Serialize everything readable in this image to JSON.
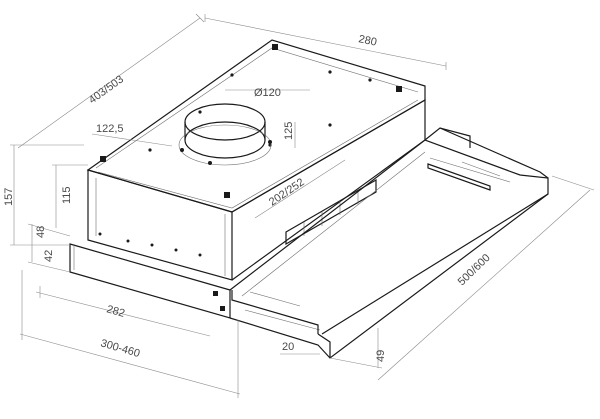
{
  "dimensions": {
    "top_width": "280",
    "depth": "403/503",
    "duct_diameter": "Ø120",
    "duct_offset_x": "122,5",
    "duct_offset_y": "125",
    "duct_spacing": "202/252",
    "total_height": "157",
    "body_height": "115",
    "front_height": "48",
    "front_inner": "42",
    "body_width": "282",
    "total_width": "300-460",
    "drawer_width": "500/600",
    "lip_depth": "20",
    "lip_height": "49"
  }
}
